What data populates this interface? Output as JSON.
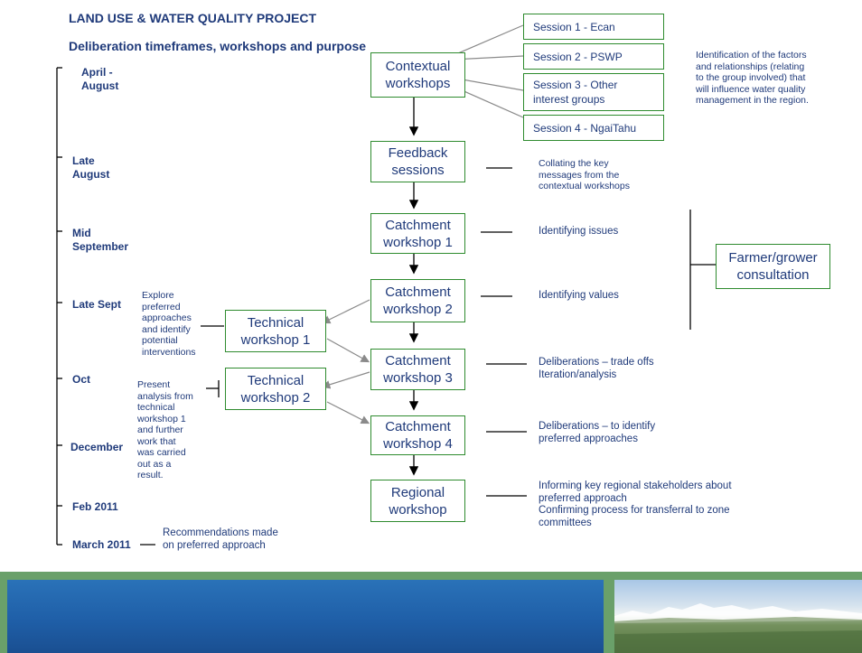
{
  "title": "LAND USE & WATER QUALITY PROJECT",
  "subtitle": "Deliberation timeframes, workshops and purpose",
  "timeline": [
    "April -\nAugust",
    "Late\nAugust",
    "Mid\nSeptember",
    "Late Sept",
    "Oct",
    "December",
    "Feb 2011",
    "March 2011"
  ],
  "workshops": {
    "contextual": "Contextual\nworkshops",
    "feedback": "Feedback\nsessions",
    "catchment1": "Catchment\nworkshop 1",
    "catchment2": "Catchment\nworkshop 2",
    "catchment3": "Catchment\nworkshop 3",
    "catchment4": "Catchment\nworkshop 4",
    "regional": "Regional\nworkshop",
    "technical1": "Technical\nworkshop 1",
    "technical2": "Technical\nworkshop 2",
    "farmer": "Farmer/grower\nconsultation"
  },
  "sessions": [
    "Session 1 - Ecan",
    "Session 2 - PSWP",
    "Session 3 - Other\ninterest groups",
    "Session 4 - NgaiTahu"
  ],
  "notes": {
    "contextual": "Identification of the factors\nand relationships (relating\nto the group involved)  that\nwill influence water quality\nmanagement in the region.",
    "feedback": "Collating the key\nmessages from the\ncontextual workshops",
    "catchment1": "Identifying issues",
    "catchment2": "Identifying values",
    "catchment3": "Deliberations – trade offs\nIteration/analysis",
    "catchment4": "Deliberations – to identify\npreferred approaches",
    "regional": "Informing key regional stakeholders about\npreferred approach\nConfirming process for transferral to zone\ncommittees",
    "technical1": "Explore\npreferred\napproaches\nand identify\npotential\ninterventions",
    "technical2": "Present\nanalysis from\ntechnical\nworkshop 1\nand further\nwork that\nwas carried\nout as a\nresult.",
    "march": "Recommendations made\non preferred approach"
  },
  "colors": {
    "text": "#1f3a7a",
    "box_border": "#2e8b2e",
    "band_green": "#6aa06a",
    "band_blue": "#1f5fa8"
  }
}
